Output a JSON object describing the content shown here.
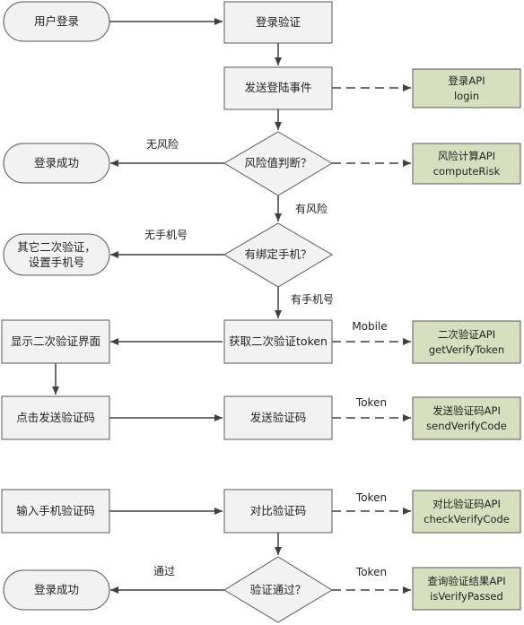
{
  "nodes": {
    "user_login": "用户登录",
    "login_verify": "登录验证",
    "send_login_event": "发送登陆事件",
    "login_success_1": "登录成功",
    "risk_judge": "风险值判断？",
    "other_verify_line1": "其它二次验证，",
    "other_verify_line2": "设置手机号",
    "bound_phone": "有绑定手机？",
    "show_second_ui": "显示二次验证界面",
    "get_token": "获取二次验证token",
    "click_send_code": "点击发送验证码",
    "send_code": "发送验证码",
    "input_code": "输入手机验证码",
    "compare_code": "对比验证码",
    "login_success_2": "登录成功",
    "verify_passed": "验证通过？"
  },
  "apis": {
    "login": {
      "line1": "登录API",
      "line2": "login"
    },
    "compute_risk": {
      "line1": "风险计算API",
      "line2": "computeRisk"
    },
    "get_verify_token": {
      "line1": "二次验证API",
      "line2": "getVerifyToken"
    },
    "send_verify_code": {
      "line1": "发送验证码API",
      "line2": "sendVerifyCode"
    },
    "check_verify_code": {
      "line1": "对比验证码API",
      "line2": "checkVerifyCode"
    },
    "is_verify_passed": {
      "line1": "查询验证结果API",
      "line2": "isVerifyPassed"
    }
  },
  "labels": {
    "no_risk": "无风险",
    "has_risk": "有风险",
    "no_phone": "无手机号",
    "has_phone": "有手机号",
    "mobile": "Mobile",
    "token_1": "Token",
    "token_2": "Token",
    "token_3": "Token",
    "passed": "通过"
  },
  "colors": {
    "process_fill": "#f2f2f2",
    "api_fill": "#d6dfbe",
    "stroke": "#595959"
  }
}
